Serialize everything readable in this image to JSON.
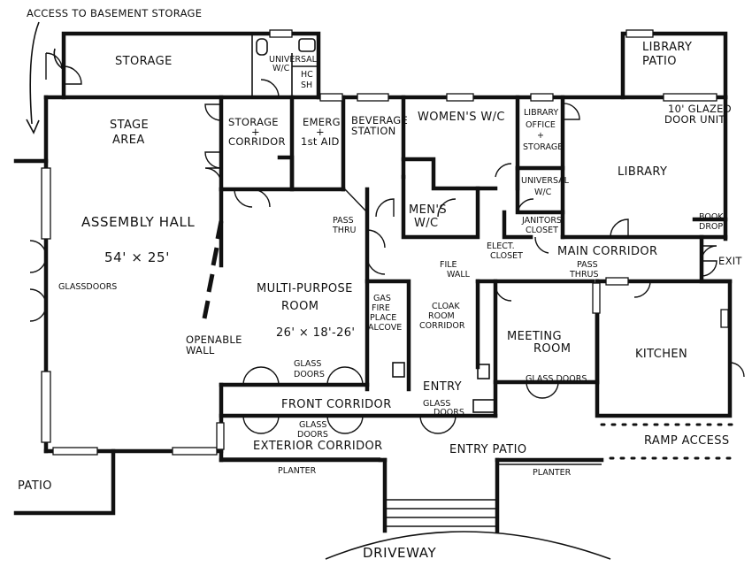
{
  "labels": {
    "access_basement": "ACCESS TO BASEMENT STORAGE",
    "storage_top": "STORAGE",
    "universal_wc_1a": "UNIVERSAL",
    "universal_wc_1b": "W/C",
    "hc_sh_a": "HC",
    "hc_sh_b": "SH",
    "library_patio_a": "LIBRARY",
    "library_patio_b": "PATIO",
    "stage_area_a": "STAGE",
    "stage_area_b": "AREA",
    "storage_corridor_a": "STORAGE",
    "storage_corridor_b": "+",
    "storage_corridor_c": "CORRIDOR",
    "emerg_a": "EMERG",
    "emerg_b": "+",
    "emerg_c": "1st AID",
    "beverage_a": "BEVERAGE",
    "beverage_b": "STATION",
    "womens_wc": "WOMEN'S W/C",
    "library_office_a": "LIBRARY",
    "library_office_b": "OFFICE",
    "library_office_c": "+",
    "library_office_d": "STORAGE",
    "glazed_door_a": "10' GLAZED",
    "glazed_door_b": "DOOR UNIT",
    "library": "LIBRARY",
    "universal_wc_2a": "UNIVERSAL",
    "universal_wc_2b": "W/C",
    "mens_wc_a": "MEN'S",
    "mens_wc_b": "W/C",
    "pass_thru_1a": "PASS",
    "pass_thru_1b": "THRU",
    "janitors_a": "JANITORS'",
    "janitors_b": "CLOSET",
    "book_drop_a": "BOOK",
    "book_drop_b": "DROP",
    "assembly_hall": "ASSEMBLY HALL",
    "assembly_dims": "54' × 25'",
    "elect_closet_a": "ELECT.",
    "elect_closet_b": "CLOSET",
    "main_corridor": "MAIN CORRIDOR",
    "file_wall_a": "FILE",
    "file_wall_b": "WALL",
    "pass_thrus_a": "PASS",
    "pass_thrus_b": "THRUS",
    "exit": "EXIT",
    "glass_doors_left": "GLASSDOORS",
    "multi_purpose_a": "MULTI-PURPOSE",
    "multi_purpose_b": "ROOM",
    "multi_purpose_dims": "26' × 18'-26'",
    "gas_fireplace_a": "GAS",
    "gas_fireplace_b": "FIRE",
    "gas_fireplace_c": "PLACE",
    "gas_fireplace_d": "ALCOVE",
    "cloak_room_a": "CLOAK",
    "cloak_room_b": "ROOM",
    "cloak_room_c": "CORRIDOR",
    "openable_wall_a": "OPENABLE",
    "openable_wall_b": "WALL",
    "meeting_room_a": "MEETING",
    "meeting_room_b": "ROOM",
    "kitchen": "KITCHEN",
    "glass_doors_mp_a": "GLASS",
    "glass_doors_mp_b": "DOORS",
    "glass_doors_meeting": "GLASS DOORS",
    "entry": "ENTRY",
    "front_corridor": "FRONT CORRIDOR",
    "glass_doors_entry_a": "GLASS",
    "glass_doors_entry_b": "DOORS",
    "glass_doors_front_a": "GLASS",
    "glass_doors_front_b": "DOORS",
    "ramp_access": "RAMP ACCESS",
    "exterior_corridor": "EXTERIOR CORRIDOR",
    "entry_patio": "ENTRY PATIO",
    "planter_left": "PLANTER",
    "planter_right": "PLANTER",
    "patio": "PATIO",
    "driveway": "DRIVEWAY"
  }
}
